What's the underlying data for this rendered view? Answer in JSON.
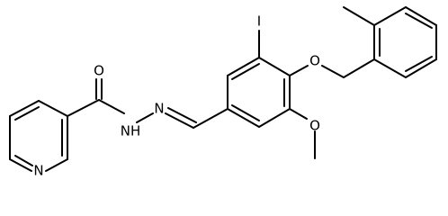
{
  "structure": {
    "atoms": {
      "pyridine_n": "N",
      "carbonyl_o": "O",
      "amide_nh": "NH",
      "imine_n": "N",
      "iodine": "I",
      "ether_o": "O",
      "methoxy_o": "O"
    }
  }
}
